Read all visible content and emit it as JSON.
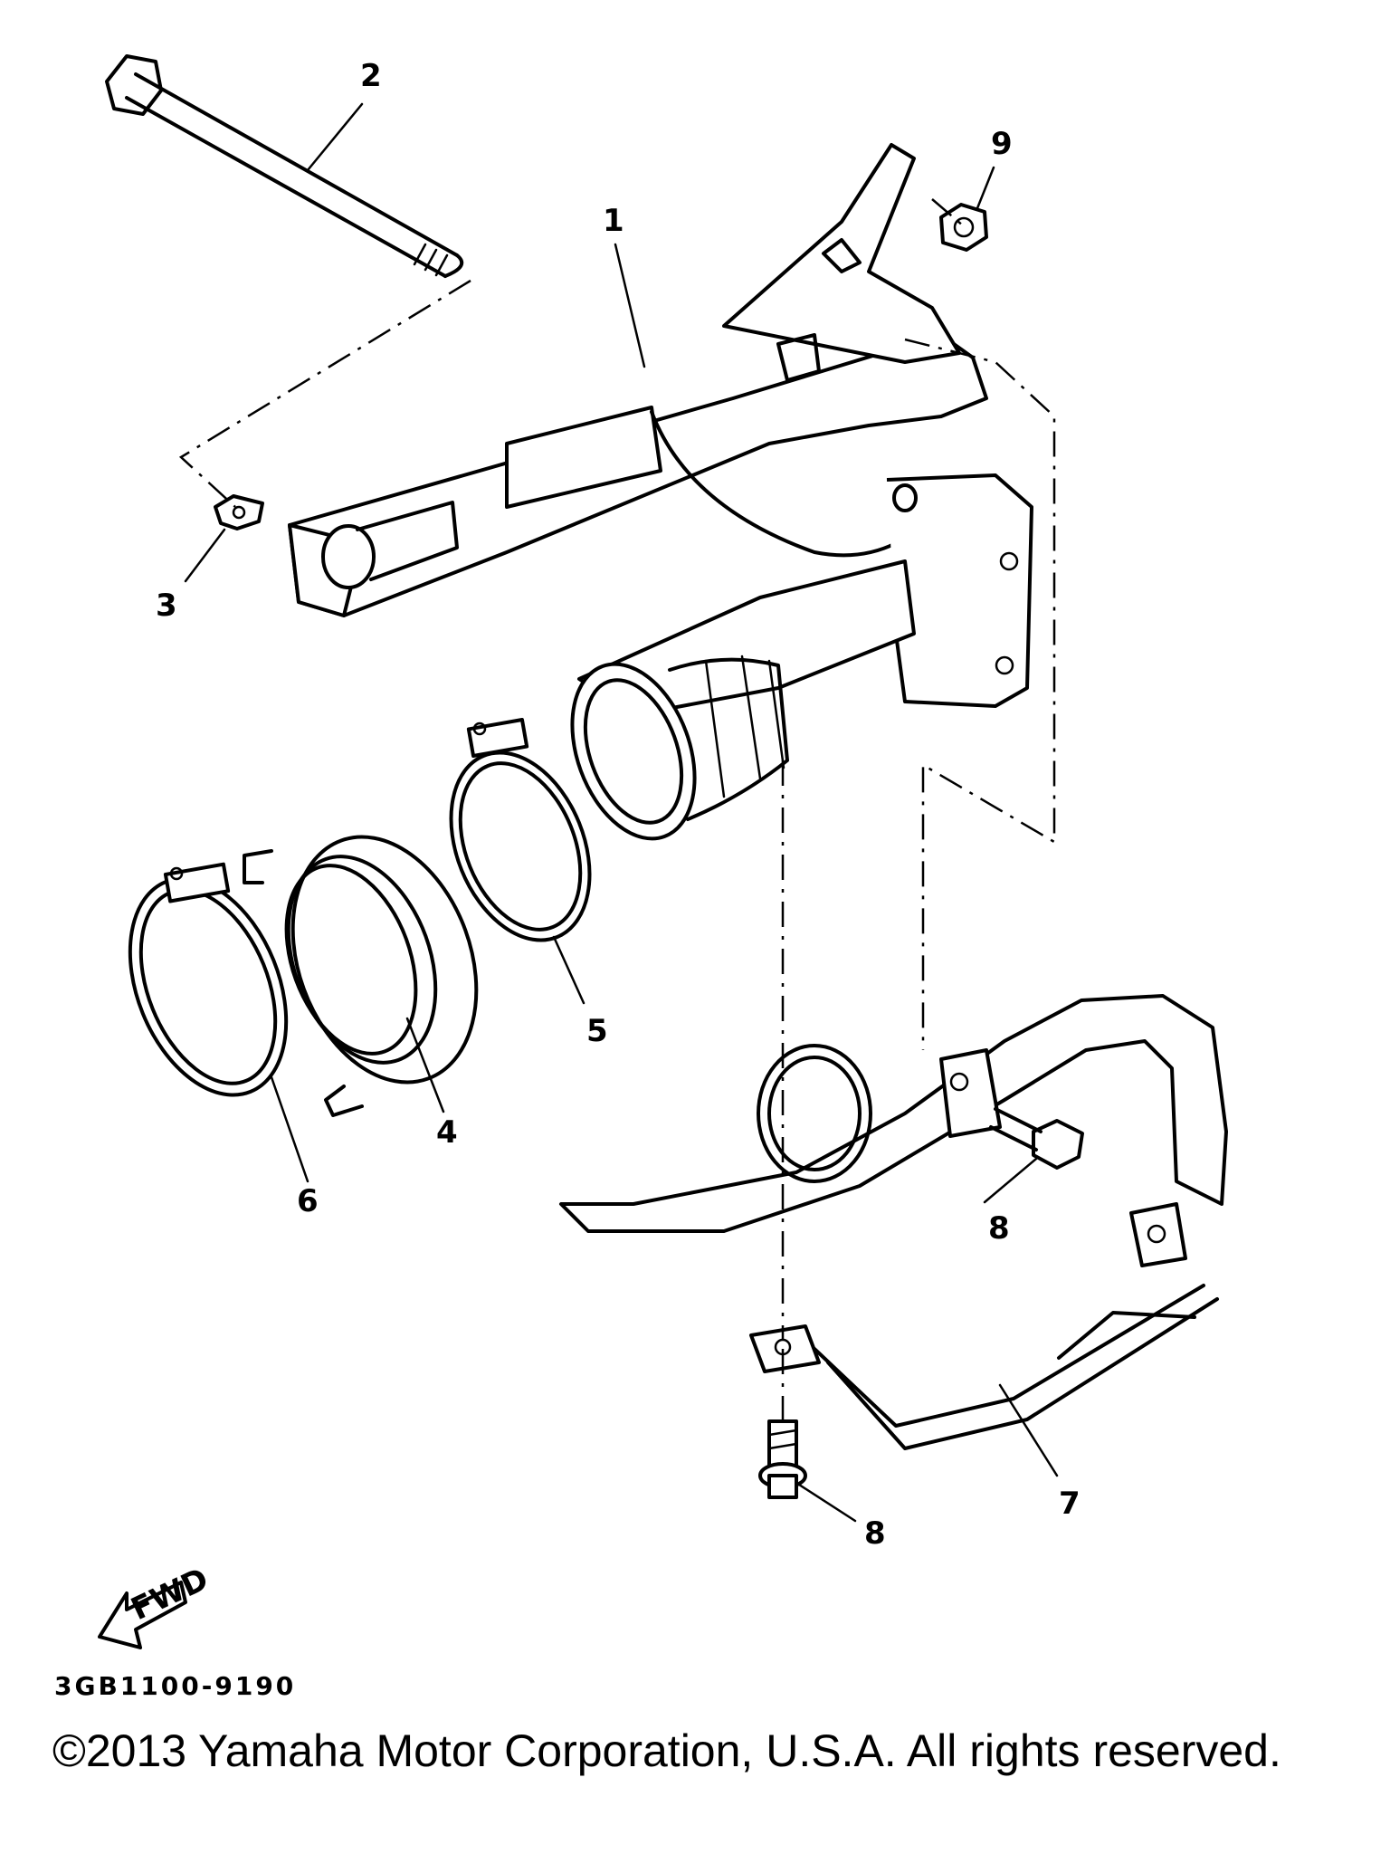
{
  "callouts": {
    "c1": "1",
    "c2": "2",
    "c3": "3",
    "c4": "4",
    "c5": "5",
    "c6": "6",
    "c7": "7",
    "c8a": "8",
    "c8b": "8",
    "c9": "9"
  },
  "fwd_label": "FWD",
  "diagram_code": "3GB1100-9190",
  "copyright": "©2013 Yamaha Motor Corporation, U.S.A. All rights reserved."
}
